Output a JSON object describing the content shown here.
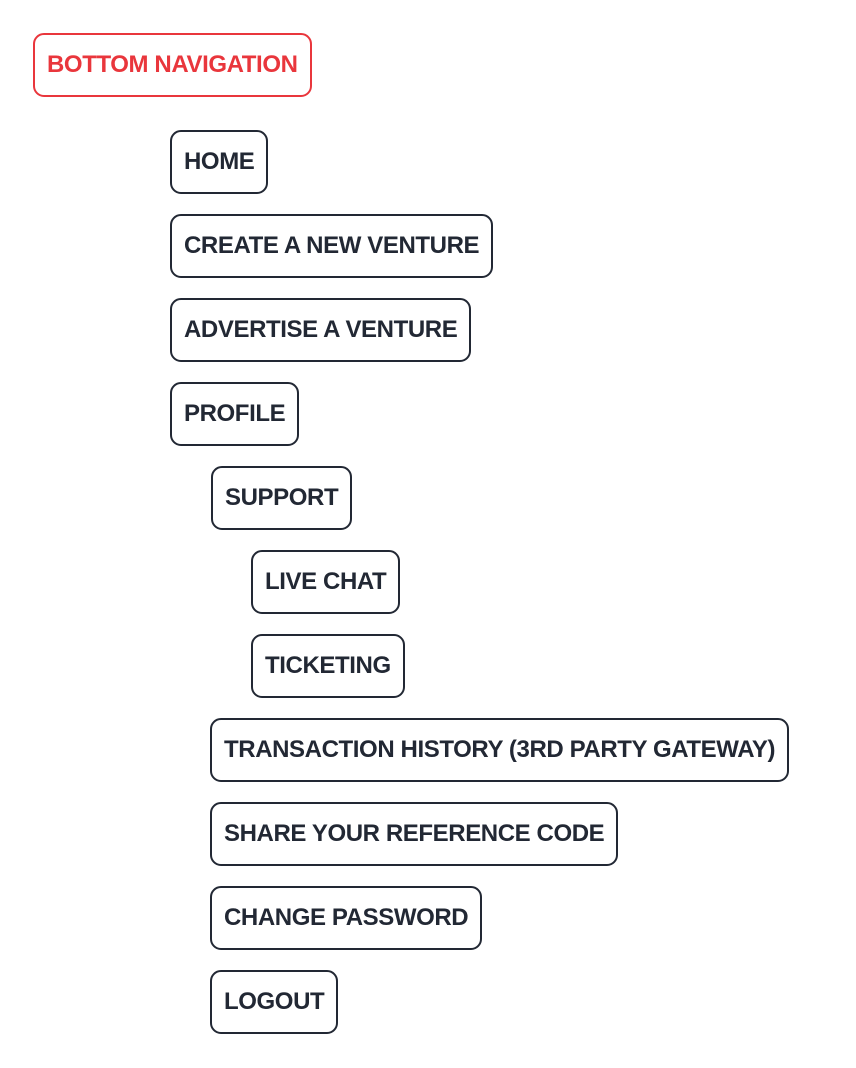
{
  "colors": {
    "background": "#ffffff",
    "accent_red": "#e9363c",
    "node_dark": "#222834"
  },
  "diagram": {
    "title": "BOTTOM NAVIGATION",
    "items": [
      {
        "label": "HOME",
        "level": 1,
        "parent": "BOTTOM NAVIGATION"
      },
      {
        "label": "CREATE A NEW VENTURE",
        "level": 1,
        "parent": "BOTTOM NAVIGATION"
      },
      {
        "label": "ADVERTISE A VENTURE",
        "level": 1,
        "parent": "BOTTOM NAVIGATION"
      },
      {
        "label": "PROFILE",
        "level": 1,
        "parent": "BOTTOM NAVIGATION"
      },
      {
        "label": "SUPPORT",
        "level": 2,
        "parent": "PROFILE"
      },
      {
        "label": "LIVE CHAT",
        "level": 3,
        "parent": "SUPPORT"
      },
      {
        "label": "TICKETING",
        "level": 3,
        "parent": "SUPPORT"
      },
      {
        "label": "TRANSACTION HISTORY (3RD PARTY GATEWAY)",
        "level": 2,
        "parent": "PROFILE"
      },
      {
        "label": "SHARE YOUR REFERENCE CODE",
        "level": 2,
        "parent": "PROFILE"
      },
      {
        "label": "CHANGE PASSWORD",
        "level": 2,
        "parent": "PROFILE"
      },
      {
        "label": "LOGOUT",
        "level": 2,
        "parent": "PROFILE"
      }
    ]
  }
}
